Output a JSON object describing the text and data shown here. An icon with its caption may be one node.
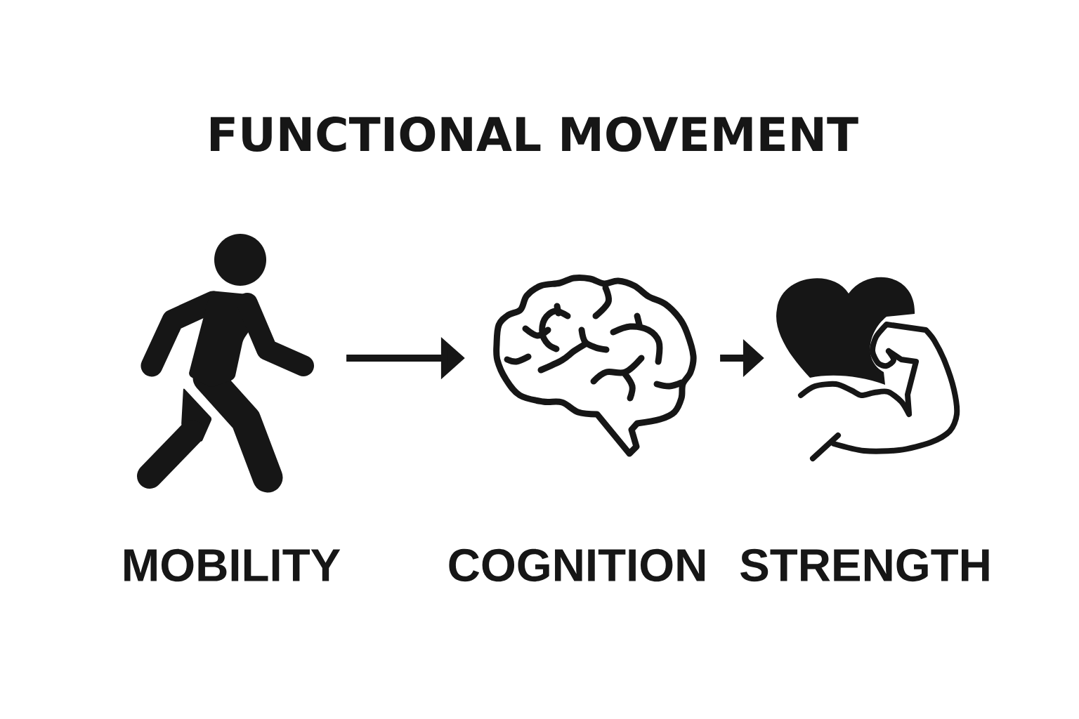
{
  "diagram": {
    "title": "FUNCTIONAL MOVEMENT",
    "nodes": [
      {
        "text": [],
        "shape": "picture",
        "beside": [
          "MOBILITY"
        ]
      },
      {
        "text": [],
        "shape": "picture",
        "beside": [
          "COGNITION"
        ]
      },
      {
        "text": [],
        "shape": "picture",
        "beside": [
          "STRENGTH"
        ]
      }
    ],
    "edges": [
      {
        "from": 0,
        "to": 1,
        "arrow": "to"
      },
      {
        "from": 1,
        "to": 2,
        "arrow": "to"
      }
    ]
  }
}
